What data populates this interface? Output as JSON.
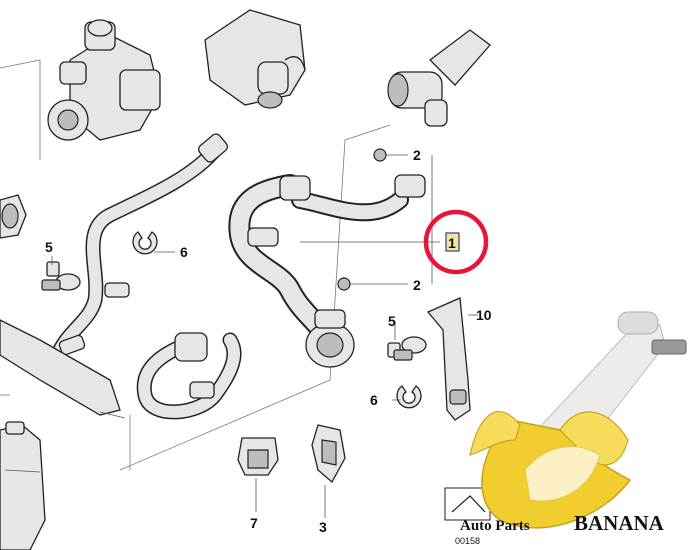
{
  "callouts": {
    "part_1": "1",
    "part_2a": "2",
    "part_2b": "2",
    "part_3": "3",
    "part_5a": "5",
    "part_5b": "5",
    "part_6a": "6",
    "part_6b": "6",
    "part_7": "7",
    "part_10": "10"
  },
  "reference_code": "00158",
  "watermark": {
    "text_prefix": "Auto Parts",
    "text_brand": "BANANA"
  },
  "colors": {
    "highlight_ring": "#e8153a",
    "highlight_box": "#f2e79a",
    "banana_yellow": "#f2cd2e",
    "banana_dark": "#c9a21b"
  }
}
